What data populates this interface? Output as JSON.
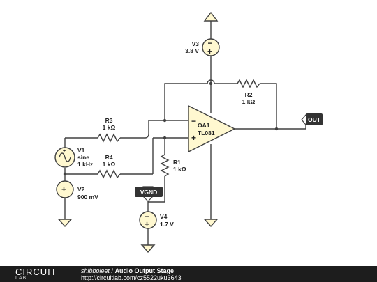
{
  "components": {
    "v3": {
      "name": "V3",
      "value": "3.8 V"
    },
    "r2": {
      "name": "R2",
      "value": "1 kΩ"
    },
    "r3": {
      "name": "R3",
      "value": "1 kΩ"
    },
    "r4": {
      "name": "R4",
      "value": "1 kΩ"
    },
    "r1": {
      "name": "R1",
      "value": "1 kΩ"
    },
    "oa1": {
      "name": "OA1",
      "model": "TL081",
      "minus": "−",
      "plus": "+"
    },
    "v1": {
      "name": "V1",
      "type": "sine",
      "freq": "1 kHz"
    },
    "v2": {
      "name": "V2",
      "value": "900 mV"
    },
    "v4": {
      "name": "V4",
      "value": "1.7 V"
    }
  },
  "tags": {
    "out": "OUT",
    "vgnd": "VGND"
  },
  "footer": {
    "logo_top": "CIRCUIT",
    "logo_bottom": "LAB",
    "author": "shibboleet",
    "separator": " / ",
    "title": "Audio Output Stage",
    "url": "http://circuitlab.com/cz5522uku3643"
  }
}
